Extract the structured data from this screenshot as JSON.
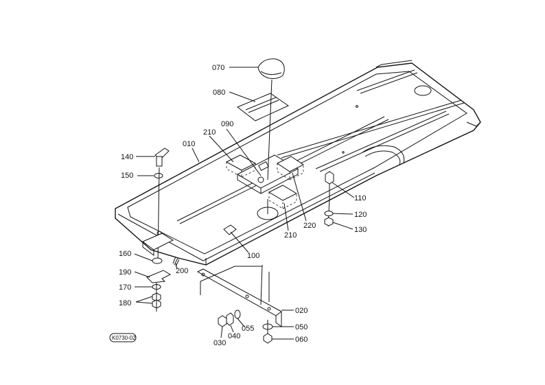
{
  "callouts": [
    {
      "id": "070",
      "label": "070"
    },
    {
      "id": "080",
      "label": "080"
    },
    {
      "id": "090",
      "label": "090"
    },
    {
      "id": "210a",
      "label": "210"
    },
    {
      "id": "010",
      "label": "010"
    },
    {
      "id": "140",
      "label": "140"
    },
    {
      "id": "150",
      "label": "150"
    },
    {
      "id": "110",
      "label": "110"
    },
    {
      "id": "120",
      "label": "120"
    },
    {
      "id": "130",
      "label": "130"
    },
    {
      "id": "220",
      "label": "220"
    },
    {
      "id": "210b",
      "label": "210"
    },
    {
      "id": "100",
      "label": "100"
    },
    {
      "id": "160",
      "label": "160"
    },
    {
      "id": "190",
      "label": "190"
    },
    {
      "id": "200",
      "label": "200"
    },
    {
      "id": "170",
      "label": "170"
    },
    {
      "id": "180",
      "label": "180"
    },
    {
      "id": "020",
      "label": "020"
    },
    {
      "id": "050",
      "label": "050"
    },
    {
      "id": "055",
      "label": "055"
    },
    {
      "id": "030",
      "label": "030"
    },
    {
      "id": "040",
      "label": "040"
    },
    {
      "id": "060",
      "label": "060"
    }
  ],
  "diagram_code": "K0730-02"
}
